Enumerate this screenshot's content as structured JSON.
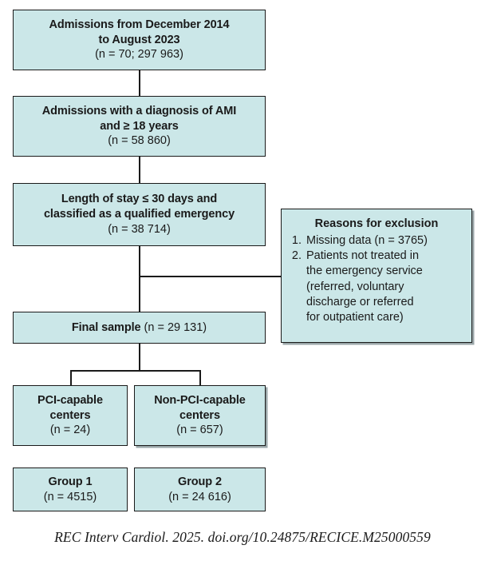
{
  "figure": {
    "type": "flowchart",
    "kind": "patient-selection-flow-diagram",
    "fill_color": "#cbe7e8",
    "border_color": "#1a1a1a",
    "boxes": {
      "admissions": {
        "line1": "Admissions from December 2014",
        "line2": "to August 2023",
        "count": "(n = 70; 297 963)"
      },
      "ami": {
        "line1": "Admissions with a diagnosis of AMI",
        "line2": "and ≥ 18 years",
        "count": "(n = 58 860)"
      },
      "length_of_stay": {
        "line1": "Length of stay ≤ 30 days and",
        "line2": "classified as a qualified emergency",
        "count": "(n = 38 714)"
      },
      "final_sample": {
        "label": "Final sample",
        "count": "(n = 29 131)"
      },
      "pci_capable": {
        "line1": "PCI-capable",
        "line2": "centers",
        "count": "(n = 24)"
      },
      "non_pci_capable": {
        "line1": "Non-PCI-capable",
        "line2": "centers",
        "count": "(n = 657)"
      },
      "group1": {
        "label": "Group 1",
        "count": "(n = 4515)"
      },
      "group2": {
        "label": "Group 2",
        "count": "(n = 24 616)"
      },
      "exclusion": {
        "title": "Reasons for exclusion",
        "items": [
          {
            "num": "1.",
            "text": "Missing data (n = 3765)"
          },
          {
            "num": "2.",
            "text": "Patients not treated in the emergency service (referred, voluntary discharge or referred for outpatient care)"
          }
        ],
        "item2_lines": [
          "Patients not treated in",
          "the emergency service",
          "(referred, voluntary",
          "discharge or referred",
          "for outpatient care)"
        ]
      }
    }
  },
  "citation": {
    "text": "REC Interv Cardiol. 2025. doi.org/10.24875/RECICE.M25000559"
  }
}
